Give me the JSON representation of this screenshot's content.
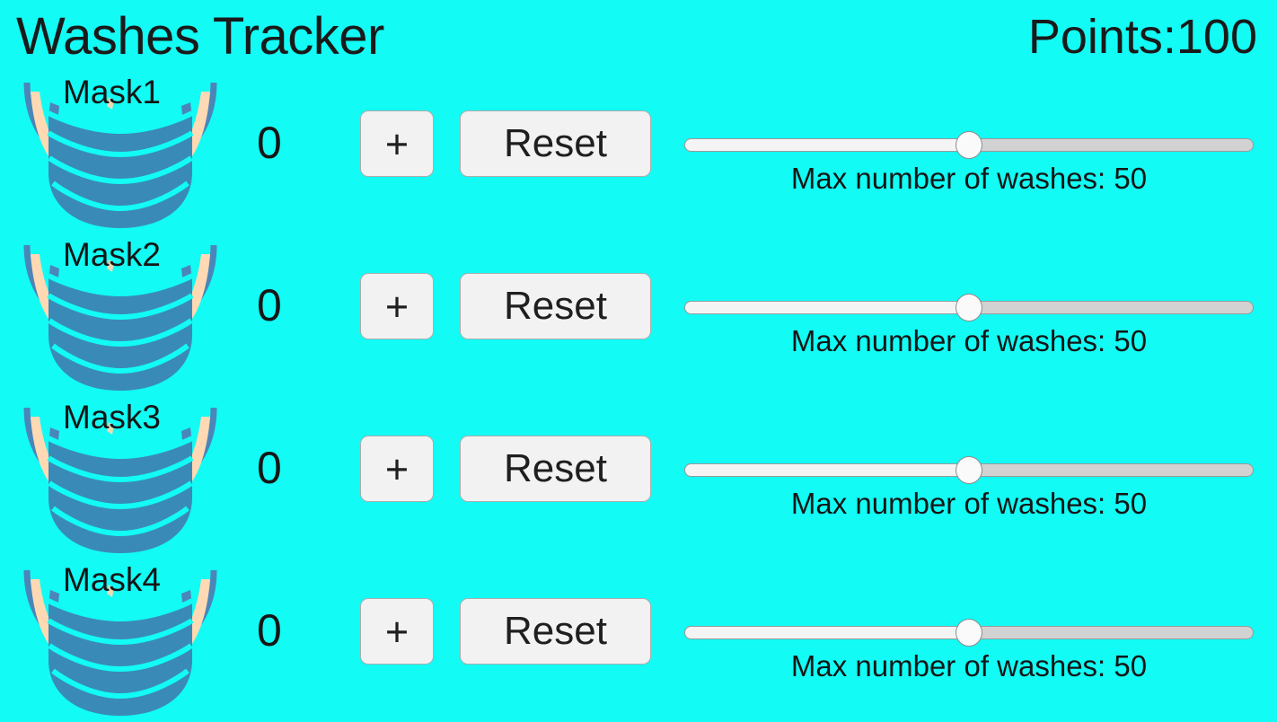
{
  "header": {
    "title": "Washes Tracker",
    "points_label": "Points:100"
  },
  "colors": {
    "background": "#12FBF5",
    "mask_blue": "#3a8ab8",
    "mask_strap": "#4a86b8",
    "ear_skin": "#ffd9b3",
    "button_face": "#f2f2f2",
    "text": "#161616",
    "slider_fill": "#f4f4f4",
    "slider_track": "#d2d2d2"
  },
  "icons": {
    "mask": "face-mask-icon",
    "plus": "plus-icon"
  },
  "controls": {
    "increment_label": "+",
    "reset_label": "Reset"
  },
  "rows": [
    {
      "mask_label": "Mask1",
      "count": "0",
      "increment_label": "+",
      "reset_label": "Reset",
      "slider_caption": "Max number of washes: 50",
      "slider_value": 50,
      "slider_min": 0,
      "slider_max": 100
    },
    {
      "mask_label": "Mask2",
      "count": "0",
      "increment_label": "+",
      "reset_label": "Reset",
      "slider_caption": "Max number of washes: 50",
      "slider_value": 50,
      "slider_min": 0,
      "slider_max": 100
    },
    {
      "mask_label": "Mask3",
      "count": "0",
      "increment_label": "+",
      "reset_label": "Reset",
      "slider_caption": "Max number of washes: 50",
      "slider_value": 50,
      "slider_min": 0,
      "slider_max": 100
    },
    {
      "mask_label": "Mask4",
      "count": "0",
      "increment_label": "+",
      "reset_label": "Reset",
      "slider_caption": "Max number of washes: 50",
      "slider_value": 50,
      "slider_min": 0,
      "slider_max": 100
    }
  ]
}
